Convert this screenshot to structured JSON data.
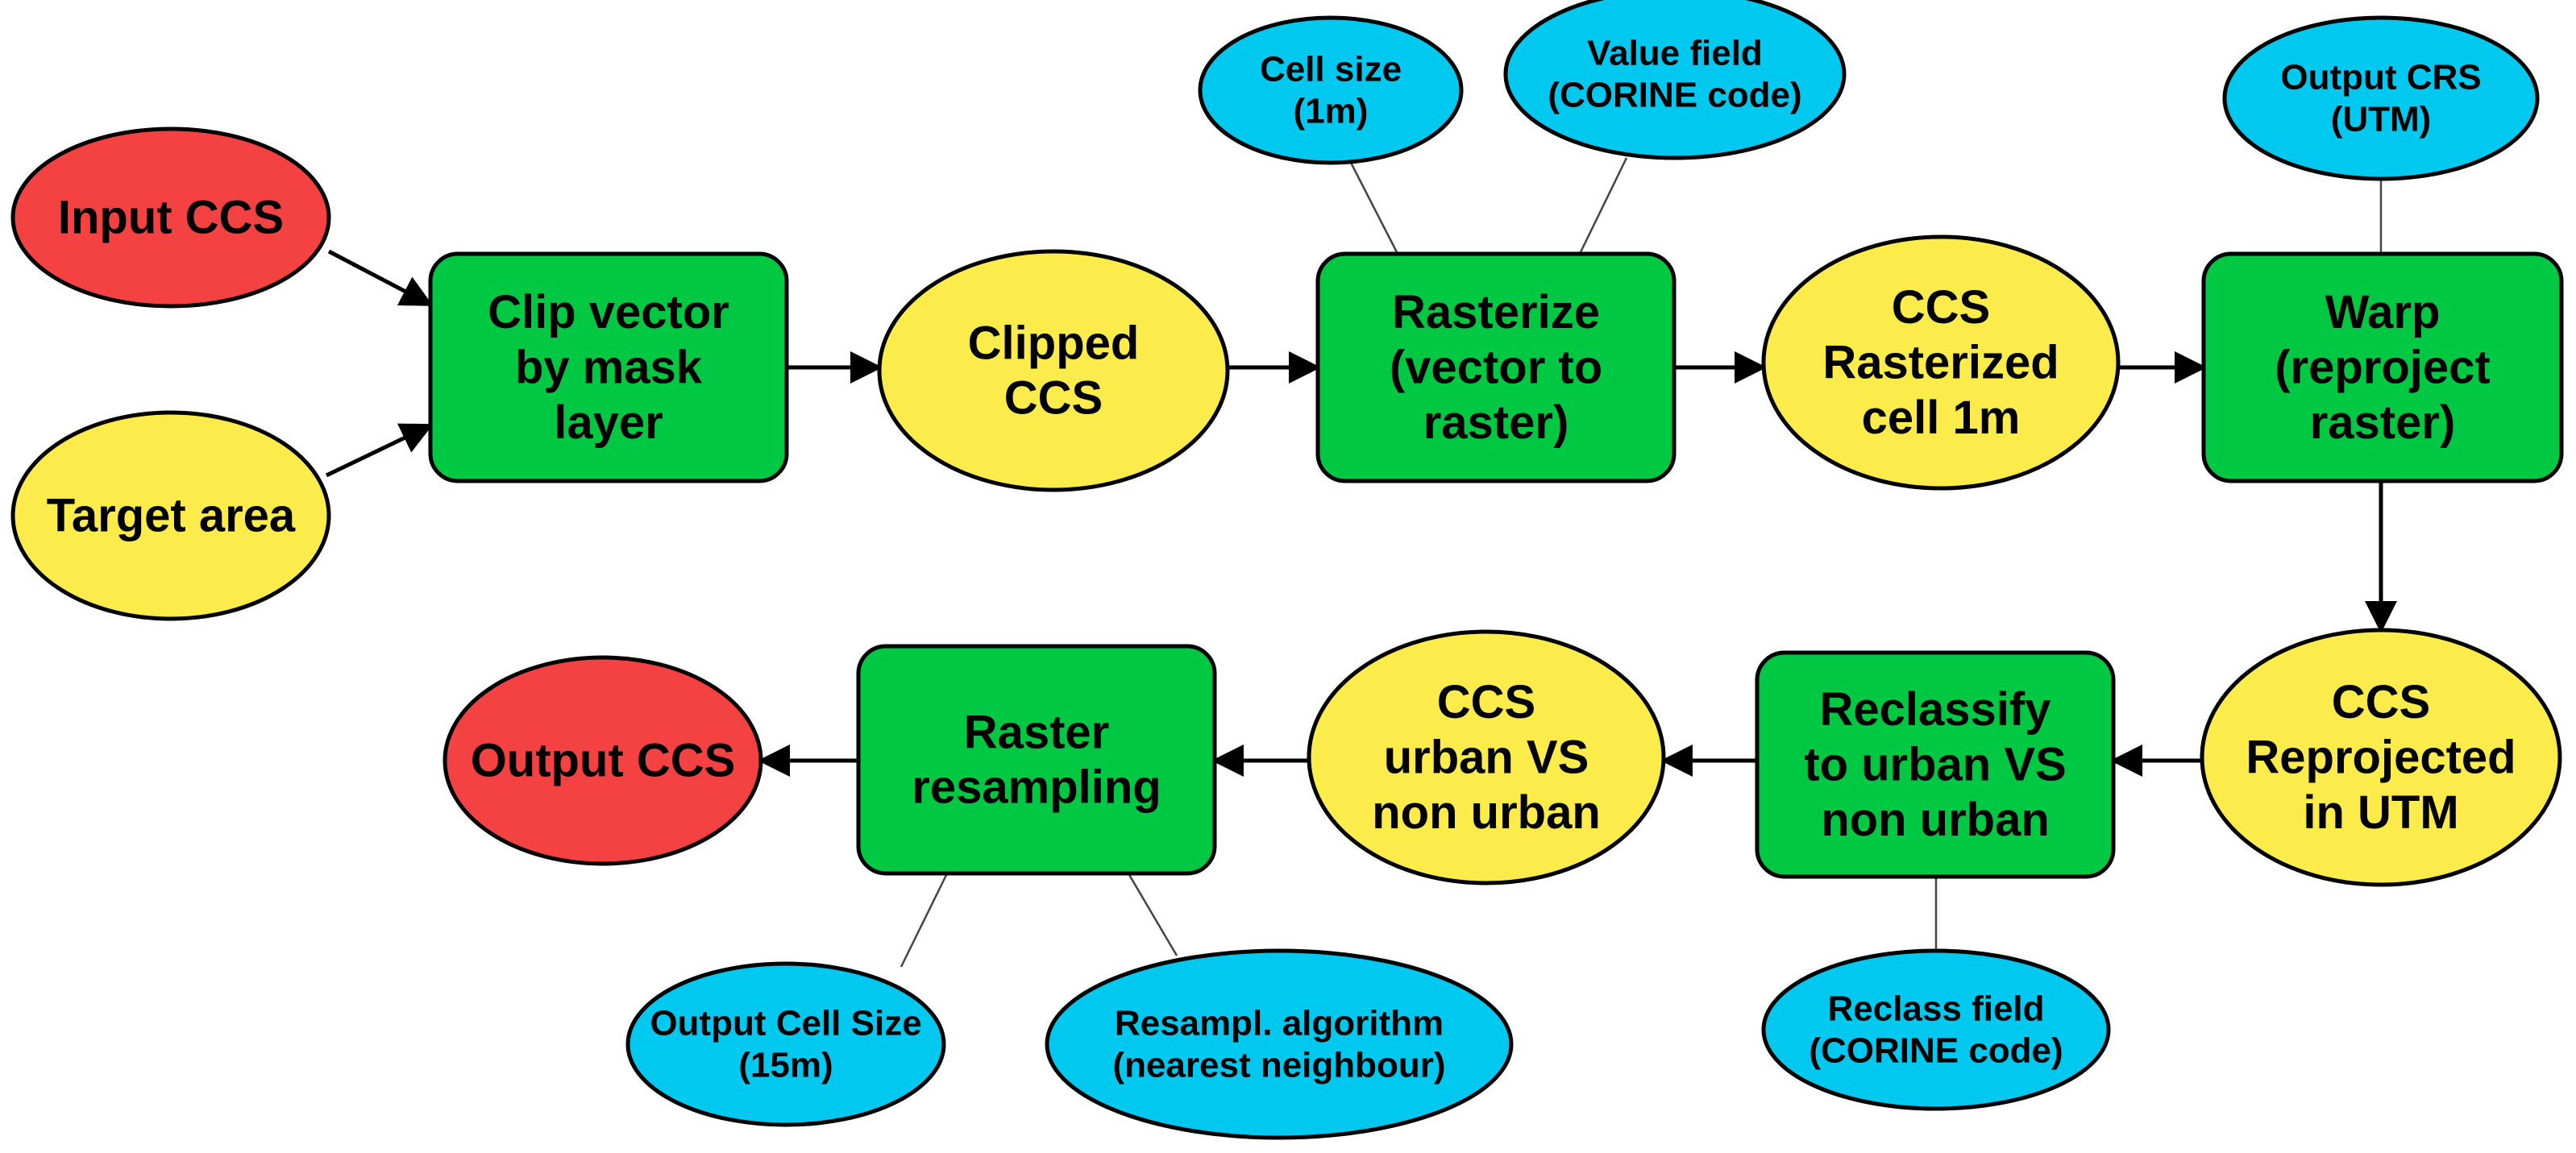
{
  "colors": {
    "input_output": "#f44242",
    "data": "#fbeb4b",
    "process": "#00c842",
    "parameter": "#00c8ef",
    "stroke": "#000000",
    "edge": "#000000",
    "param_link": "#444444"
  },
  "nodes": [
    {
      "id": "input-ccs",
      "kind": "input_output",
      "lines": [
        "Input CCS"
      ]
    },
    {
      "id": "target-area",
      "kind": "data",
      "lines": [
        "Target area"
      ]
    },
    {
      "id": "clip-vector",
      "kind": "process",
      "lines": [
        "Clip vector",
        "by mask",
        "layer"
      ]
    },
    {
      "id": "clipped-ccs",
      "kind": "data",
      "lines": [
        "Clipped",
        "CCS"
      ]
    },
    {
      "id": "rasterize",
      "kind": "process",
      "lines": [
        "Rasterize",
        "(vector to",
        "raster)"
      ]
    },
    {
      "id": "cell-size",
      "kind": "parameter",
      "lines": [
        "Cell size",
        "(1m)"
      ]
    },
    {
      "id": "value-field",
      "kind": "parameter",
      "lines": [
        "Value field",
        "(CORINE code)"
      ]
    },
    {
      "id": "ccs-rasterized",
      "kind": "data",
      "lines": [
        "CCS",
        "Rasterized",
        "cell 1m"
      ]
    },
    {
      "id": "warp",
      "kind": "process",
      "lines": [
        "Warp",
        "(reproject",
        "raster)"
      ]
    },
    {
      "id": "output-crs",
      "kind": "parameter",
      "lines": [
        "Output CRS",
        "(UTM)"
      ]
    },
    {
      "id": "ccs-reprojected",
      "kind": "data",
      "lines": [
        "CCS",
        "Reprojected",
        "in UTM"
      ]
    },
    {
      "id": "reclassify",
      "kind": "process",
      "lines": [
        "Reclassify",
        "to urban VS",
        "non urban"
      ]
    },
    {
      "id": "reclass-field",
      "kind": "parameter",
      "lines": [
        "Reclass field",
        "(CORINE code)"
      ]
    },
    {
      "id": "ccs-urban",
      "kind": "data",
      "lines": [
        "CCS",
        "urban VS",
        "non urban"
      ]
    },
    {
      "id": "raster-resampling",
      "kind": "process",
      "lines": [
        "Raster",
        "resampling"
      ]
    },
    {
      "id": "output-cell-size",
      "kind": "parameter",
      "lines": [
        "Output Cell Size",
        "(15m)"
      ]
    },
    {
      "id": "resampl-algorithm",
      "kind": "parameter",
      "lines": [
        "Resampl. algorithm",
        "(nearest neighbour)"
      ]
    },
    {
      "id": "output-ccs",
      "kind": "input_output",
      "lines": [
        "Output CCS"
      ]
    }
  ],
  "edges": [
    {
      "from": "input-ccs",
      "to": "clip-vector",
      "arrow": true
    },
    {
      "from": "target-area",
      "to": "clip-vector",
      "arrow": true
    },
    {
      "from": "clip-vector",
      "to": "clipped-ccs",
      "arrow": true
    },
    {
      "from": "clipped-ccs",
      "to": "rasterize",
      "arrow": true
    },
    {
      "from": "cell-size",
      "to": "rasterize",
      "arrow": false
    },
    {
      "from": "value-field",
      "to": "rasterize",
      "arrow": false
    },
    {
      "from": "rasterize",
      "to": "ccs-rasterized",
      "arrow": true
    },
    {
      "from": "ccs-rasterized",
      "to": "warp",
      "arrow": true
    },
    {
      "from": "output-crs",
      "to": "warp",
      "arrow": false
    },
    {
      "from": "warp",
      "to": "ccs-reprojected",
      "arrow": true
    },
    {
      "from": "ccs-reprojected",
      "to": "reclassify",
      "arrow": true
    },
    {
      "from": "reclass-field",
      "to": "reclassify",
      "arrow": false
    },
    {
      "from": "reclassify",
      "to": "ccs-urban",
      "arrow": true
    },
    {
      "from": "ccs-urban",
      "to": "raster-resampling",
      "arrow": true
    },
    {
      "from": "output-cell-size",
      "to": "raster-resampling",
      "arrow": false
    },
    {
      "from": "resampl-algorithm",
      "to": "raster-resampling",
      "arrow": false
    },
    {
      "from": "raster-resampling",
      "to": "output-ccs",
      "arrow": true
    }
  ]
}
